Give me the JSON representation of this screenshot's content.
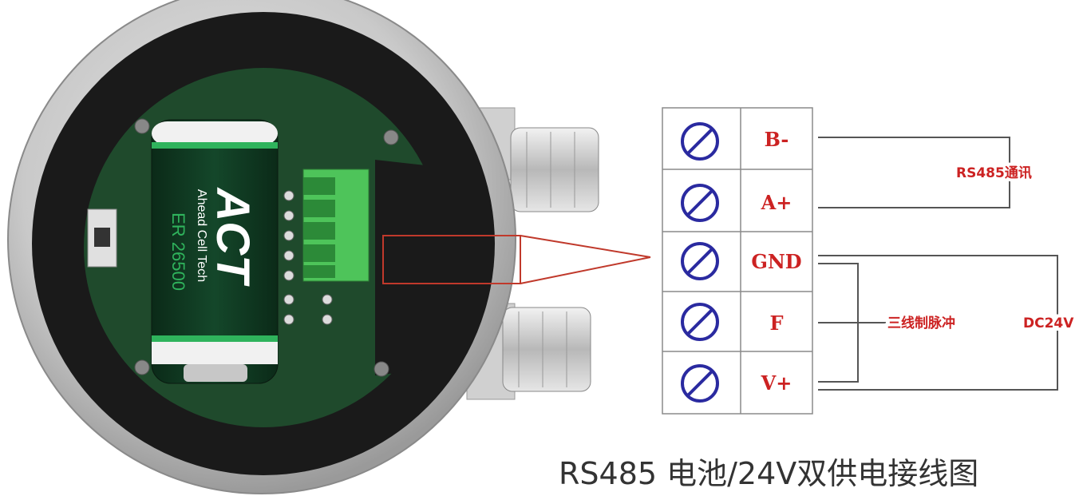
{
  "device": {
    "battery": {
      "brand": "ACT",
      "model": "ER 26500",
      "maker": "Ahead Cell Tech"
    }
  },
  "terminals": [
    {
      "label": "B-"
    },
    {
      "label": "A+"
    },
    {
      "label": "GND"
    },
    {
      "label": "F"
    },
    {
      "label": "V+"
    }
  ],
  "annotations": {
    "rs485": "RS485通讯",
    "pulse": "三线制脉冲",
    "power": "DC24V"
  },
  "caption": "RS485 电池/24V双供电接线图",
  "colors": {
    "terminal_label": "#cc2222",
    "annotation": "#cc2222",
    "screw_icon": "#2a2aa0",
    "wire": "#555555",
    "callout": "#c0392b"
  }
}
